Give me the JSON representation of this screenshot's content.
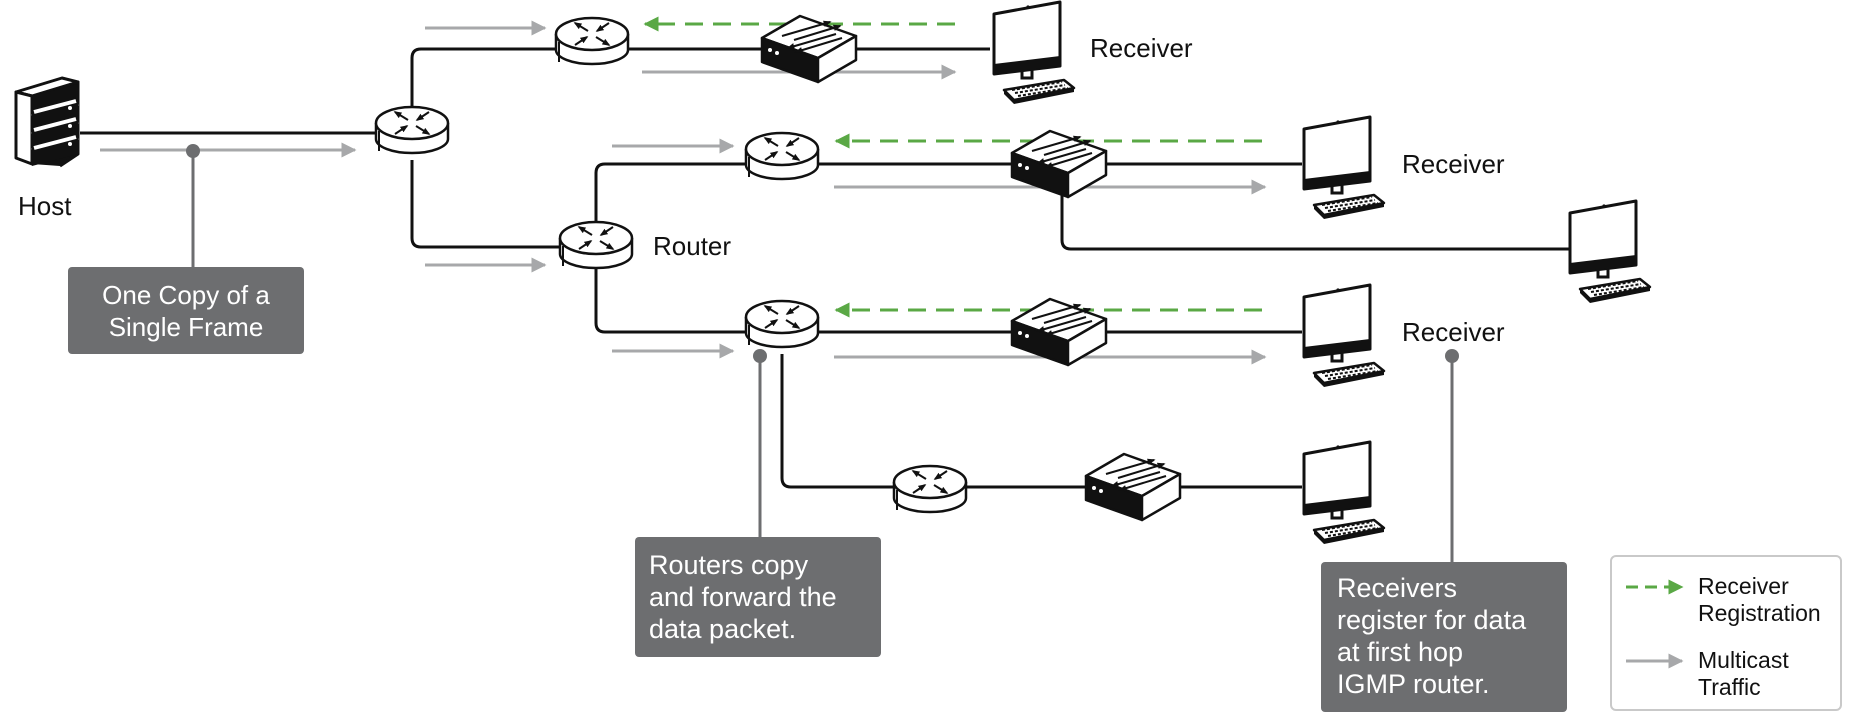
{
  "labels": {
    "host": "Host",
    "router": "Router",
    "receiver_1": "Receiver",
    "receiver_2": "Receiver",
    "receiver_3": "Receiver"
  },
  "callouts": {
    "single_frame": "One Copy of a\nSingle Frame",
    "routers_copy": "Routers copy\nand forward the\ndata packet.",
    "receivers_register": "Receivers\nregister for data\nat first hop\nIGMP router."
  },
  "legend": {
    "receiver_registration": "Receiver\nRegistration",
    "multicast_traffic": "Multicast\nTraffic"
  },
  "colors": {
    "registration": "#5aa845",
    "multicast": "#a7a8aa",
    "callout_bg": "#6d6e70",
    "line": "#111111"
  },
  "icons": [
    "server-icon",
    "router-icon",
    "switch-icon",
    "desktop-computer-icon"
  ]
}
